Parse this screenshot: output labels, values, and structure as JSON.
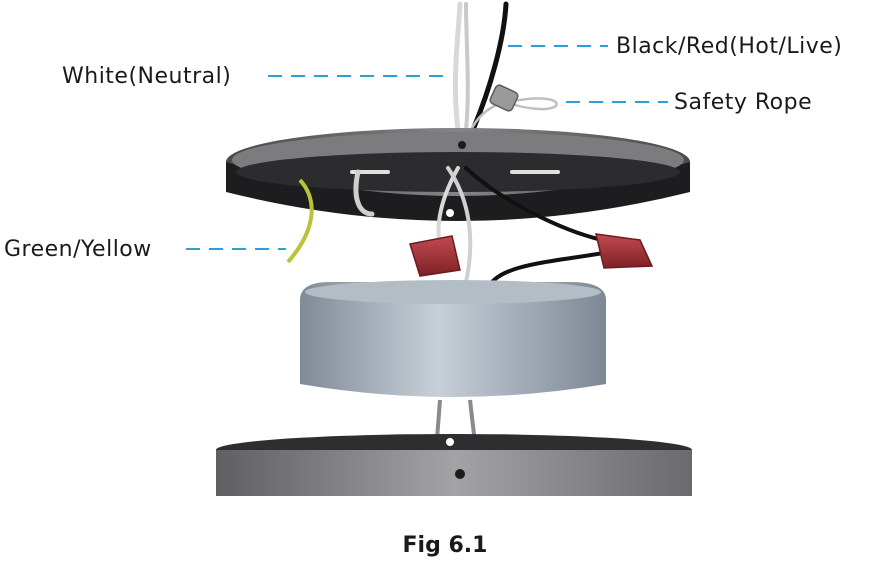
{
  "figure": {
    "caption": "Fig 6.1",
    "labels": {
      "black_red": "Black/Red(Hot/Live)",
      "white": "White(Neutral)",
      "safety_rope": "Safety Rope",
      "green_yellow": "Green/Yellow"
    },
    "colors": {
      "leader_line": "#2a9fd8",
      "plate": "#6e6e70",
      "plate_dark": "#2b2b2d",
      "driver_box": "#a4b0bb",
      "wire_nut": "#a4343a",
      "wire_black": "#111111",
      "wire_white": "#d9d9d9",
      "wire_ground": "#b9c23a"
    }
  }
}
